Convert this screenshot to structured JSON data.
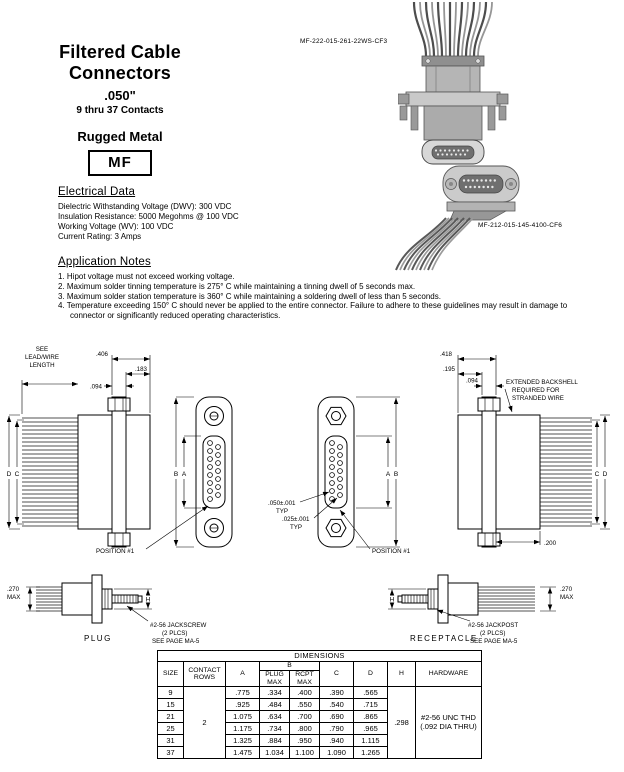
{
  "page": {
    "title_line1": "Filtered Cable",
    "title_line2": "Connectors",
    "size_label": ".050\"",
    "contacts_label": "9 thru 37 Contacts",
    "series_label": "Rugged Metal",
    "series_code": "MF"
  },
  "photos": {
    "photo1_label": "MF-222-015-261-22WS-CF3",
    "photo2_label": "MF-212-015-145-4100-CF6"
  },
  "electrical": {
    "heading": "Electrical Data",
    "items": [
      "Dielectric Withstanding Voltage (DWV):  300 VDC",
      "Insulation Resistance:  5000 Megohms @ 100 VDC",
      "Working Voltage (WV):  100 VDC",
      "Current Rating:  3 Amps"
    ]
  },
  "notes": {
    "heading": "Application Notes",
    "items": [
      "1.  Hipot voltage must not exceed working voltage.",
      "2.  Maximum solder tinning temperature is 275° C while maintaining a tinning dwell of 5 seconds max.",
      "3.  Maximum solder station temperature is 360° C while maintaining a soldering dwell of less than 5 seconds.",
      "4.  Temperature exceeding 150° C should never be applied to the entire connector.  Failure to adhere to these guidelines may result in damage to connector or significantly reduced operating characteristics."
    ]
  },
  "plug_drawing": {
    "lead_note_l1": "SEE",
    "lead_note_l2": "LEAD/WIRE",
    "lead_note_l3": "LENGTH",
    "dim_406": ".406",
    "dim_183": ".183",
    "dim_094": ".094",
    "letter_d": "D",
    "letter_c": "C",
    "letter_b": "B",
    "letter_a": "A",
    "position_label": "POSITION  #1"
  },
  "receptacle_drawing": {
    "dim_418": ".418",
    "dim_195": ".195",
    "dim_094": ".094",
    "dim_200": ".200",
    "backshell_note_l1": "EXTENDED  BACKSHELL",
    "backshell_note_l2": "REQUIRED  FOR",
    "backshell_note_l3": "STRANDED  WIRE",
    "letter_a": "A",
    "letter_b": "B",
    "letter_c": "C",
    "letter_d": "D",
    "pitch1_value": ".050±.001",
    "pitch1_typ": "TYP",
    "pitch2_value": ".025±.001",
    "pitch2_typ": "TYP",
    "position_label": "POSITION  #1"
  },
  "hardware_drawings": {
    "plug": {
      "max_value": ".270",
      "max_label": "MAX",
      "h_label": "H",
      "note_l1": "#2-56 JACKSCREW",
      "note_l2": "(2 PLCS)",
      "note_l3": "SEE PAGE MA-5",
      "caption": "PLUG"
    },
    "receptacle": {
      "h_label": "H",
      "max_value": ".270",
      "max_label": "MAX",
      "note_l1": "#2-56 JACKPOST",
      "note_l2": "(2 PLCS)",
      "note_l3": "SEE PAGE MA-5",
      "caption": "RECEPTACLE"
    }
  },
  "table": {
    "title": "DIMENSIONS",
    "headers": {
      "size": "SIZE",
      "contact_rows_l1": "CONTACT",
      "contact_rows_l2": "ROWS",
      "a": "A",
      "b": "B",
      "plug_max_l1": "PLUG",
      "plug_max_l2": "MAX",
      "rcpt_max_l1": "RCPT",
      "rcpt_max_l2": "MAX",
      "c": "C",
      "d": "D",
      "h": "H",
      "hardware": "HARDWARE"
    },
    "contact_rows_value": "2",
    "h_value": ".298",
    "hardware_value_l1": "#2-56 UNC THD",
    "hardware_value_l2": "(.092 DIA THRU)",
    "rows": [
      {
        "size": "9",
        "a": ".775",
        "plug_max": ".334",
        "rcpt_max": ".400",
        "c": ".390",
        "d": ".565"
      },
      {
        "size": "15",
        "a": ".925",
        "plug_max": ".484",
        "rcpt_max": ".550",
        "c": ".540",
        "d": ".715"
      },
      {
        "size": "21",
        "a": "1.075",
        "plug_max": ".634",
        "rcpt_max": ".700",
        "c": ".690",
        "d": ".865"
      },
      {
        "size": "25",
        "a": "1.175",
        "plug_max": ".734",
        "rcpt_max": ".800",
        "c": ".790",
        "d": ".965"
      },
      {
        "size": "31",
        "a": "1.325",
        "plug_max": ".884",
        "rcpt_max": ".950",
        "c": ".940",
        "d": "1.115"
      },
      {
        "size": "37",
        "a": "1.475",
        "plug_max": "1.034",
        "rcpt_max": "1.100",
        "c": "1.090",
        "d": "1.265"
      }
    ]
  }
}
